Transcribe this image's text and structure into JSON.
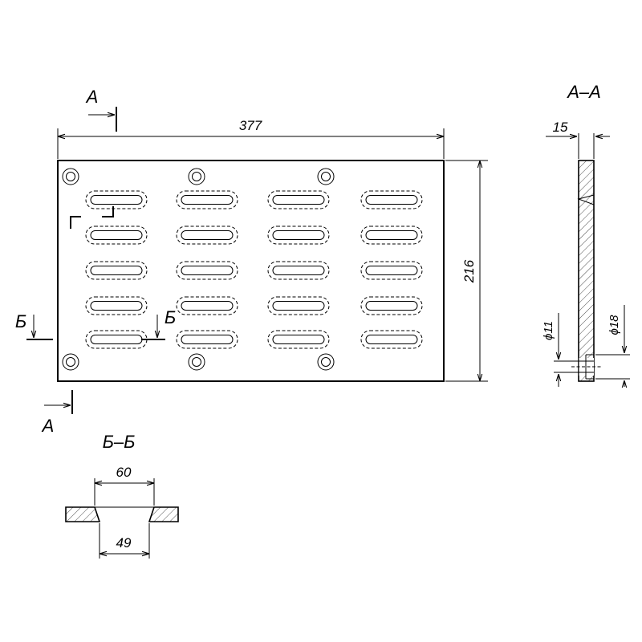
{
  "dimensions": {
    "plate_width": "377",
    "plate_height": "216",
    "thickness": "15",
    "hole_small_dia": "ϕ11",
    "hole_large_dia": "ϕ18",
    "slot_top_width": "60",
    "slot_bottom_width": "49"
  },
  "section_markers": {
    "a_top": "А",
    "a_bottom": "А",
    "b_left": "Б",
    "b_right": "Б"
  },
  "section_titles": {
    "section_a": "А–А",
    "section_b": "Б–Б"
  },
  "layout": {
    "slot_rows": 5,
    "slot_columns": 4,
    "mounting_holes": 6
  }
}
